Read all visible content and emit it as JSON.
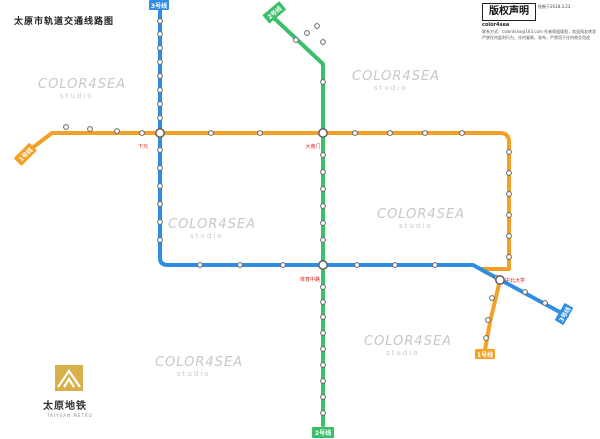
{
  "map": {
    "title": "太原市轨道交通线路图",
    "colors": {
      "line1": "#f2a126",
      "line2": "#3bbf6a",
      "line3": "#2f8de4",
      "station_fill": "#ffffff",
      "station_stroke": "#666666",
      "interchange_label": "#e02020",
      "watermark": "#c8c8c8"
    },
    "lines": {
      "line1": {
        "label": "1号线"
      },
      "line2": {
        "label": "2号线"
      },
      "line3": {
        "label": "3号线"
      }
    },
    "interchanges": {
      "line1_line3": "下元",
      "line1_line2": "大南门",
      "line2_line3": "体育中路",
      "line1_line3_south": "中北大学"
    },
    "watermark": {
      "main": "COLOR4SEA",
      "sub": "studio"
    }
  },
  "copyright": {
    "title": "版权声明",
    "date": "绘制于2018.3.23",
    "brand": "color4sea",
    "text": "联系方式：color4sea@163.com 作者保留版权，欢迎网友转发 严禁任何盈利行为，任何复制、发布，严禁用于任何商业用途"
  },
  "logo": {
    "name": "太原地铁",
    "en": "TAIYUAN METRO"
  }
}
